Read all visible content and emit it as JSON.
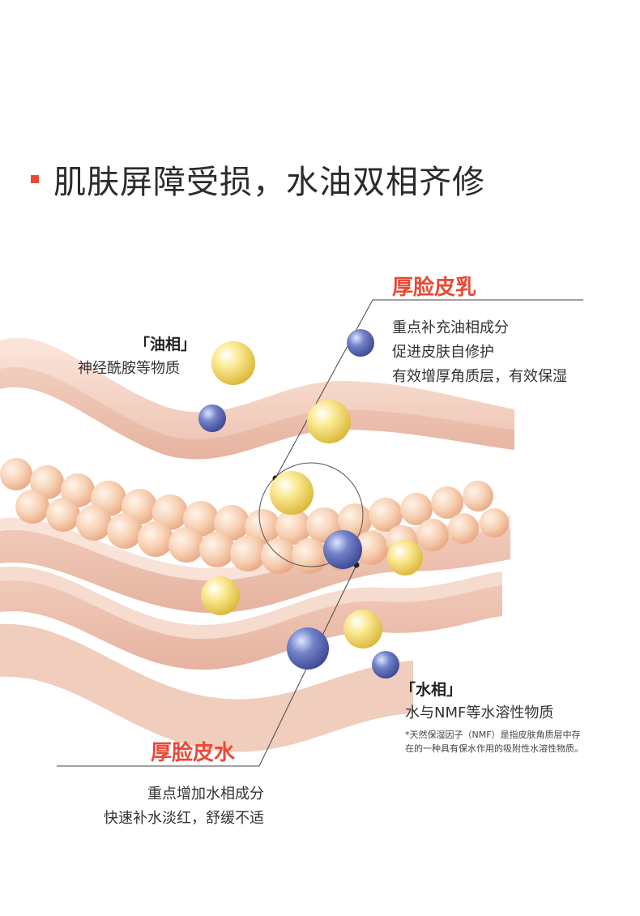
{
  "title": {
    "text": "肌肤屏障受损，水油双相齐修",
    "accent_color": "#e84a37"
  },
  "oil_phase": {
    "tag": "「油相」",
    "description": "神经酰胺等物质"
  },
  "water_phase": {
    "tag": "「水相」",
    "description": "水与NMF等水溶性物质",
    "note_lines": [
      "*天然保湿因子（NMF）是指皮肤角质层中存",
      "在的一种具有保水作用的吸附性水溶性物质。"
    ]
  },
  "emulsion": {
    "label": "厚脸皮乳",
    "lines": [
      "重点补充油相成分",
      "促进皮肤自修护",
      "有效增厚角质层，有效保湿"
    ]
  },
  "toner": {
    "label": "厚脸皮水",
    "lines": [
      "重点增加水相成分",
      "快速补水淡红，舒缓不适"
    ]
  },
  "colors": {
    "skin_layer": "#f4d4c6",
    "oil_bead": "#f5dc6a",
    "water_bead": "#5d6fb8",
    "cell": "#f6c6a6"
  }
}
